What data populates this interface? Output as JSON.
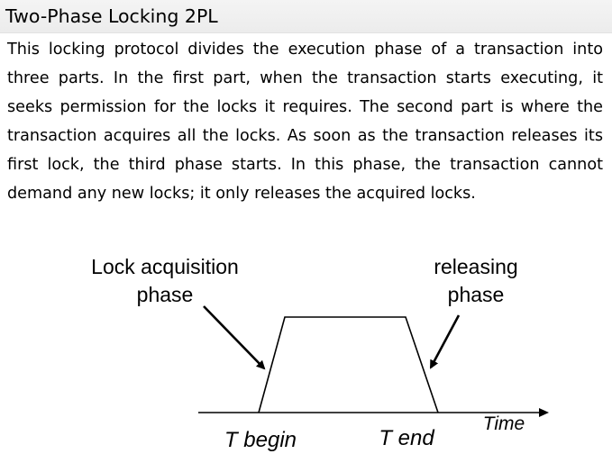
{
  "title": "Two-Phase Locking 2PL",
  "paragraph": "This locking protocol divides the execution phase of a transaction into three parts. In the first part, when the transaction starts executing, it seeks permission for the locks it requires. The second part is where the transaction acquires all the locks. As soon as the transaction releases its first lock, the third phase starts. In this phase, the transaction cannot demand any new locks; it only releases the acquired locks.",
  "diagram": {
    "acquisition_label_line1": "Lock acquisition",
    "acquisition_label_line2": "phase",
    "releasing_label_line1": "releasing",
    "releasing_label_line2": "phase",
    "t_begin": "T begin",
    "t_end": "T end",
    "time_axis_label": "Time"
  }
}
